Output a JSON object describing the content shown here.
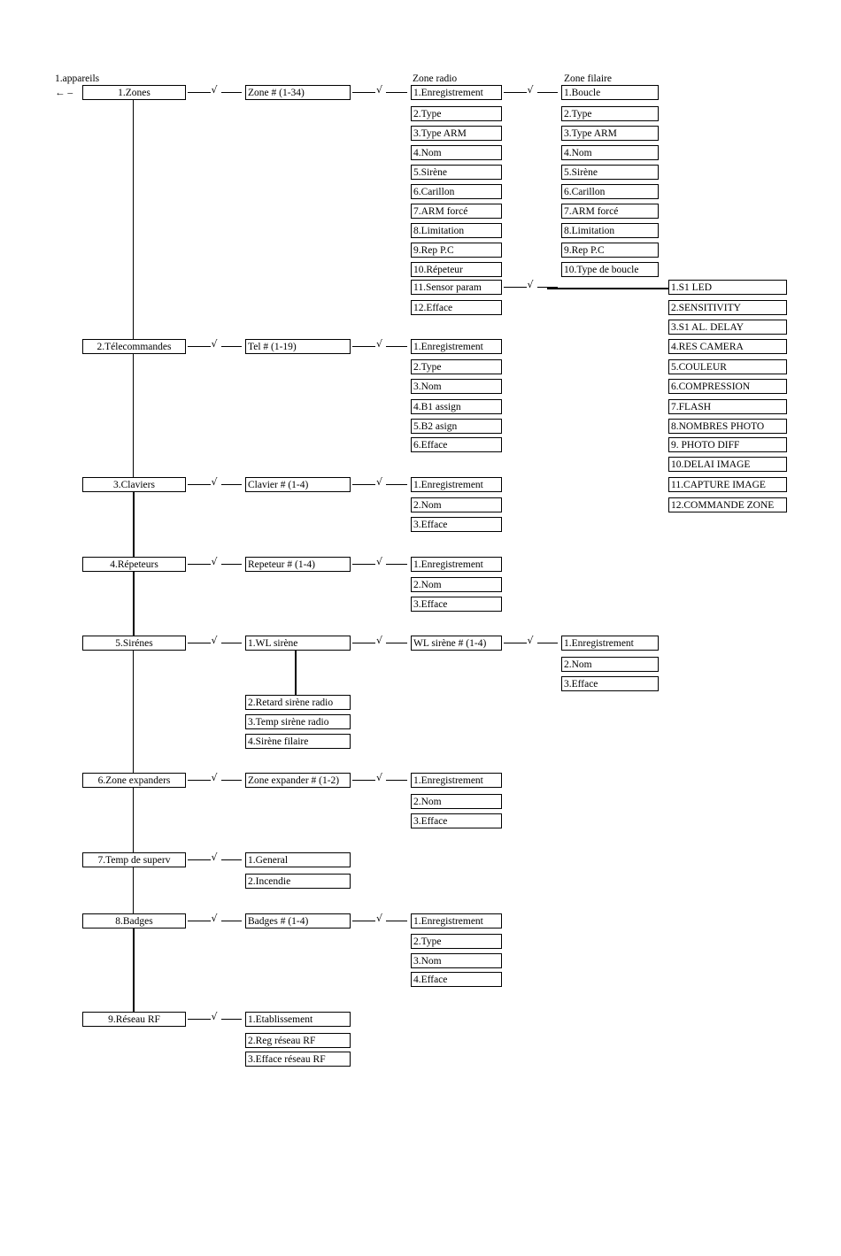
{
  "root_label": "1.appareils",
  "back_arrow": "← –",
  "check_symbol": "√",
  "headers": {
    "zone_radio": "Zone radio",
    "zone_filaire": "Zone filaire"
  },
  "menu": [
    "1.Zones",
    "2.Télecommandes",
    "3.Claviers",
    "4.Répeteurs",
    "5.Sirénes",
    "6.Zone expanders",
    "7.Temp de superv",
    "8.Badges",
    "9.Réseau RF"
  ],
  "level2": {
    "zones": "Zone # (1-34)",
    "tel": "Tel # (1-19)",
    "claviers": "Clavier # (1-4)",
    "repeteurs": "Repeteur # (1-4)",
    "sirenes": [
      "1.WL sirène",
      "2.Retard sirène radio",
      "3.Temp sirène radio",
      "4.Sirène filaire"
    ],
    "expanders": "Zone expander # (1-2)",
    "superv": [
      "1.General",
      "2.Incendie"
    ],
    "badges": "Badges # (1-4)",
    "reseau": [
      "1.Etablissement",
      "2.Reg réseau RF",
      "3.Efface réseau RF"
    ],
    "wl_sirene": "WL sirène # (1-4)"
  },
  "zone_radio": [
    "1.Enregistrement",
    "2.Type",
    "3.Type ARM",
    "4.Nom",
    "5.Sirène",
    "6.Carillon",
    "7.ARM forcé",
    "8.Limitation",
    "9.Rep P.C",
    "10.Répeteur",
    "11.Sensor param",
    "12.Efface"
  ],
  "zone_filaire": [
    "1.Boucle",
    "2.Type",
    "3.Type ARM",
    "4.Nom",
    "5.Sirène",
    "6.Carillon",
    "7.ARM forcé",
    "8.Limitation",
    "9.Rep P.C",
    "10.Type de boucle"
  ],
  "sensor_param": [
    "1.S1 LED",
    "2.SENSITIVITY",
    "3.S1 AL. DELAY",
    "4.RES CAMERA",
    "5.COULEUR",
    "6.COMPRESSION",
    "7.FLASH",
    "8.NOMBRES PHOTO",
    "9. PHOTO DIFF",
    "10.DELAI IMAGE",
    "11.CAPTURE IMAGE",
    "12.COMMANDE ZONE"
  ],
  "tel_items": [
    "1.Enregistrement",
    "2.Type",
    "3.Nom",
    "4.B1 assign",
    "5.B2 asign",
    "6.Efface"
  ],
  "clavier_items": [
    "1.Enregistrement",
    "2.Nom",
    "3.Efface"
  ],
  "repeteur_items": [
    "1.Enregistrement",
    "2.Nom",
    "3.Efface"
  ],
  "wl_items": [
    "1.Enregistrement",
    "2.Nom",
    "3.Efface"
  ],
  "expander_items": [
    "1.Enregistrement",
    "2.Nom",
    "3.Efface"
  ],
  "badge_items": [
    "1.Enregistrement",
    "2.Type",
    "3.Nom",
    "4.Efface"
  ]
}
